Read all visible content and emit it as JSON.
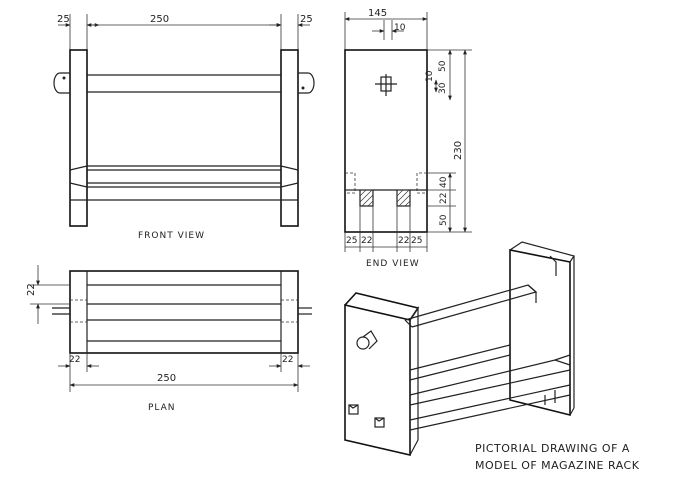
{
  "labels": {
    "front_view": "FRONT  VIEW",
    "end_view": "END  VIEW",
    "plan": "PLAN",
    "pictorial_line1": "PICTORIAL  DRAWING  OF  A",
    "pictorial_line2": "MODEL  OF  MAGAZINE  RACK"
  },
  "dimensions": {
    "front": {
      "left": "25",
      "width": "250",
      "right": "25"
    },
    "end": {
      "width": "145",
      "slot": "10",
      "top_small": "10",
      "top_30": "30",
      "top_50": "50",
      "height": "230",
      "lower_40": "40",
      "lower_22": "22",
      "lower_50": "50",
      "bottom_25a": "25",
      "bottom_22a": "22",
      "bottom_22b": "22",
      "bottom_25b": "25"
    },
    "plan": {
      "thickness": "22",
      "left": "22",
      "width": "250",
      "right": "22"
    }
  }
}
